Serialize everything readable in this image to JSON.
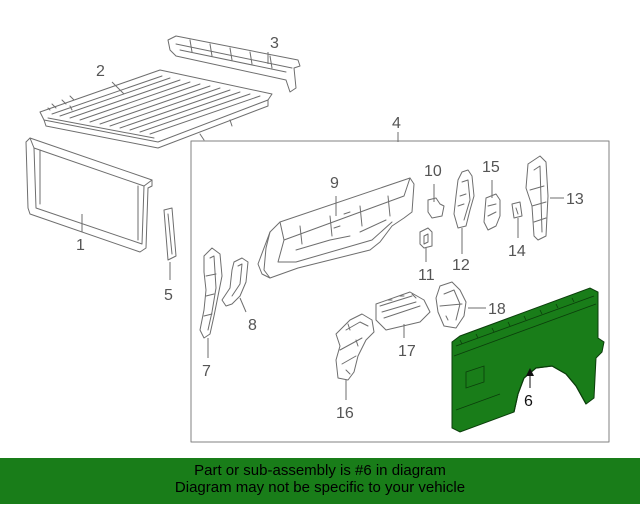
{
  "colors": {
    "line": "#6e6e6e",
    "highlight": "#197d19",
    "highlight_stroke": "#0b3d0b",
    "banner_bg": "#197d19",
    "banner_text": "#000000"
  },
  "callouts": {
    "c1": "1",
    "c2": "2",
    "c3": "3",
    "c4": "4",
    "c5": "5",
    "c6": "6",
    "c7": "7",
    "c8": "8",
    "c9": "9",
    "c10": "10",
    "c11": "11",
    "c12": "12",
    "c13": "13",
    "c14": "14",
    "c15": "15",
    "c16": "16",
    "c17": "17",
    "c18": "18"
  },
  "banner": {
    "line1": "Part or sub-assembly is #6 in diagram",
    "line2": "Diagram may not be specific to your vehicle"
  },
  "highlighted_part": "6"
}
